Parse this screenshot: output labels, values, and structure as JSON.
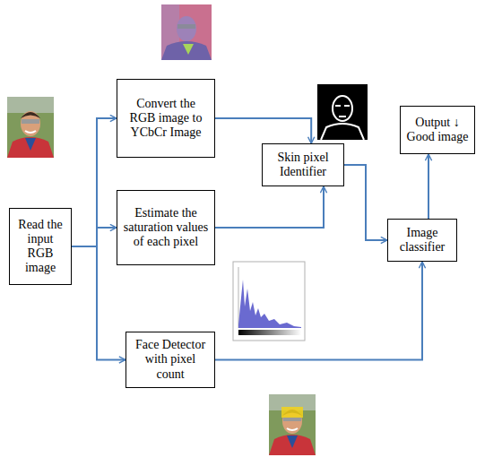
{
  "diagram": {
    "nodes": [
      {
        "text": [
          "Read the input RGB image"
        ]
      },
      {
        "text": [
          "Convert the RGB image to YCbCr Image"
        ]
      },
      {
        "text": [
          "Estimate the saturation values of each pixel"
        ]
      },
      {
        "text": [
          "Face Detector with pixel count"
        ]
      },
      {
        "text": [
          "Skin pixel Identifier"
        ]
      },
      {
        "text": [
          "Output ↓ Good image"
        ]
      },
      {
        "text": [
          "Image classifier"
        ]
      }
    ],
    "edges": [
      {
        "from": 0,
        "to": 1,
        "arrow": "to"
      },
      {
        "from": 0,
        "to": 2,
        "arrow": "to"
      },
      {
        "from": 0,
        "to": 3,
        "arrow": "to"
      },
      {
        "from": 1,
        "to": 4,
        "arrow": "to"
      },
      {
        "from": 2,
        "to": 4,
        "arrow": "to"
      },
      {
        "from": 4,
        "to": 6,
        "arrow": "to"
      },
      {
        "from": 3,
        "to": 6,
        "arrow": "to"
      },
      {
        "from": 6,
        "to": 5,
        "arrow": "to"
      }
    ]
  }
}
